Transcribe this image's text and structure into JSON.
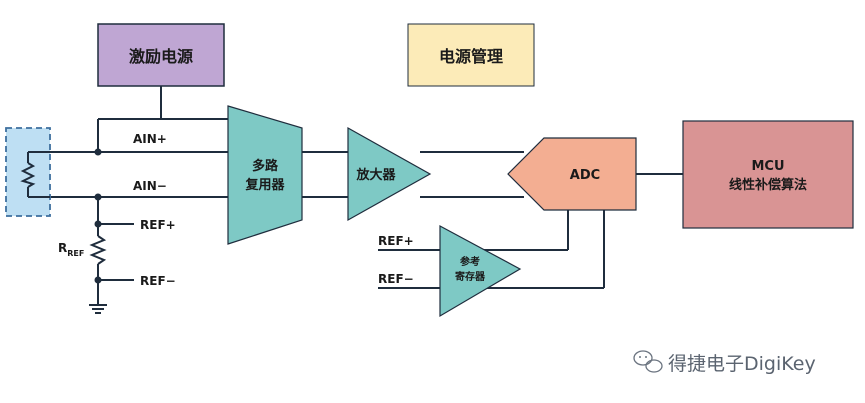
{
  "colors": {
    "excitation_fill": "#BFA6D3",
    "power_fill": "#FCEBB8",
    "mux_fill": "#7EC9C5",
    "amp_fill": "#7EC9C5",
    "ref_buffer_fill": "#7EC9C5",
    "adc_fill": "#F3AE92",
    "mcu_fill": "#D99494",
    "sensor_fill": "#BEDFF3",
    "wire": "#1F2D3D"
  },
  "blocks": {
    "excitation": "激励电源",
    "power_management": "电源管理",
    "mux_line1": "多路",
    "mux_line2": "复用器",
    "amplifier": "放大器",
    "adc": "ADC",
    "mcu_line1": "MCU",
    "mcu_line2": "线性补偿算法",
    "ref_buffer_line1": "参考",
    "ref_buffer_line2": "寄存器"
  },
  "signals": {
    "ain_plus": "AIN+",
    "ain_minus": "AIN−",
    "ref_plus_left": "REF+",
    "ref_minus_left": "REF−",
    "rref_main": "R",
    "rref_sub": "REF",
    "ref_plus_buf": "REF+",
    "ref_minus_buf": "REF−"
  },
  "watermark": {
    "text": "得捷电子DigiKey",
    "icon": "wechat-icon"
  }
}
